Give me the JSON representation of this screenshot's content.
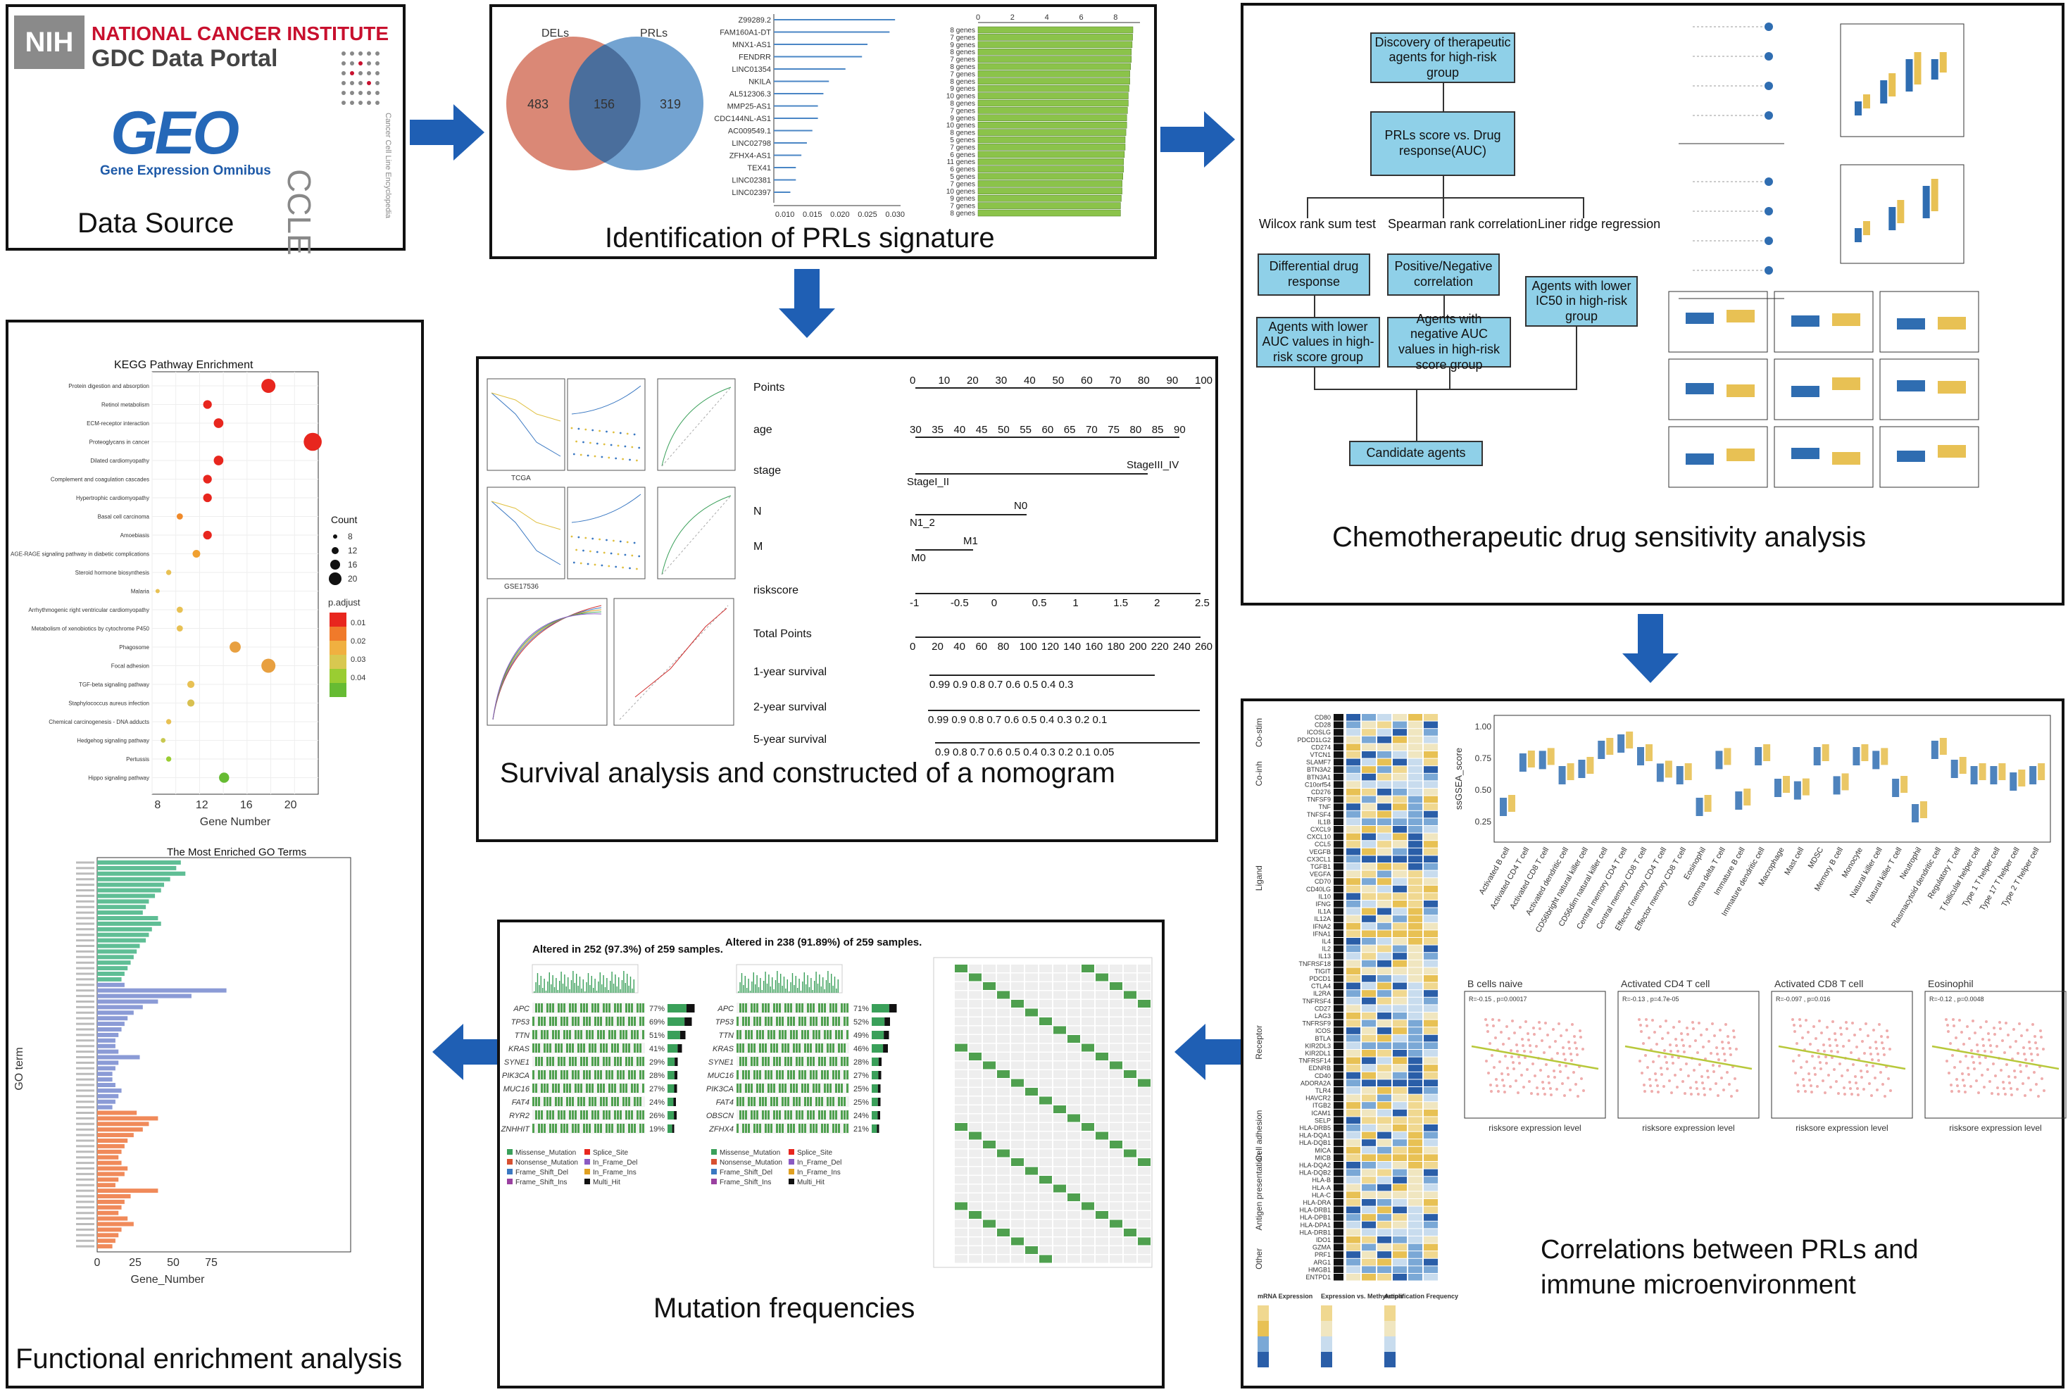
{
  "panels": {
    "data_source": {
      "caption": "Data Source",
      "nih_tag": "NIH",
      "nci_line1": "NATIONAL CANCER INSTITUTE",
      "nci_line2": "GDC Data Portal",
      "geo_logo": "GEO",
      "geo_text": "Gene Expression Omnibus",
      "ccle_logo": "CCLE",
      "ccle_sub": "Cancer Cell Line Encyclopedia"
    },
    "prls": {
      "caption": "Identification of PRLs signature",
      "venn": {
        "left_label": "DELs",
        "right_label": "PRLs",
        "left_only": "483",
        "overlap": "156",
        "right_only": "319"
      },
      "genes": [
        "Z99289.2",
        "FAM160A1-DT",
        "MNX1-AS1",
        "FENDRR",
        "LINC01354",
        "NKILA",
        "AL512306.3",
        "MMP25-AS1",
        "CDC144NL-AS1",
        "AC009549.1",
        "LINC02798",
        "ZFHX4-AS1",
        "TEX41",
        "LINC02381",
        "LINC02397"
      ],
      "coef_ticks": [
        "0.010",
        "0.015",
        "0.020",
        "0.025",
        "0.030"
      ],
      "gene_counts": [
        "8 genes",
        "7 genes",
        "9 genes",
        "8 genes",
        "7 genes",
        "8 genes",
        "7 genes",
        "8 genes",
        "9 genes",
        "10 genes",
        "8 genes",
        "7 genes",
        "9 genes",
        "10 genes",
        "8 genes",
        "5 genes",
        "7 genes",
        "6 genes",
        "11 genes",
        "6 genes",
        "5 genes",
        "7 genes",
        "10 genes",
        "9 genes",
        "7 genes",
        "8 genes"
      ],
      "count_ticks": [
        "0",
        "2",
        "4",
        "6",
        "8"
      ]
    },
    "chemo": {
      "caption": "Chemotherapeutic drug sensitivity analysis",
      "discovery": "Discovery of therapeutic agents for high-risk group",
      "score_box": "PRLs score vs. Drug response(AUC)",
      "methods": [
        "Wilcox rank sum test",
        "Spearman rank correlation",
        "Liner ridge regression"
      ],
      "mid_boxes": [
        "Differential drug response",
        "Positive/Negative correlation",
        "Agents with lower IC50 in high-risk group"
      ],
      "low_boxes": [
        "Agents with lower AUC values in high-risk score group",
        "Agents with negative AUC values in high-risk score group"
      ],
      "candidate": "Candidate agents"
    },
    "survival": {
      "caption": "Survival analysis and constructed of a nomogram",
      "nomogram_rows": [
        "Points",
        "age",
        "stage",
        "N",
        "M",
        "riskscore",
        "Total Points",
        "1-year survival",
        "2-year survival",
        "5-year survival"
      ],
      "points_ticks": [
        "0",
        "10",
        "20",
        "30",
        "40",
        "50",
        "60",
        "70",
        "80",
        "90",
        "100"
      ],
      "age_ticks": [
        "30",
        "35",
        "40",
        "45",
        "50",
        "55",
        "60",
        "65",
        "70",
        "75",
        "80",
        "85",
        "90"
      ],
      "stage_labels": [
        "StageI_II",
        "StageIII_IV"
      ],
      "n_labels": [
        "N1_2",
        "N0"
      ],
      "m_labels": [
        "M0",
        "M1"
      ],
      "risk_ticks": [
        "-1",
        "-0.5",
        "0",
        "0.5",
        "1",
        "1.5",
        "2",
        "2.5"
      ],
      "total_ticks": [
        "0",
        "20",
        "40",
        "60",
        "80",
        "100",
        "120",
        "140",
        "160",
        "180",
        "200",
        "220",
        "240",
        "260"
      ],
      "surv1": "0.99        0.9  0.8  0.7  0.6 0.5 0.4 0.3",
      "surv2": "0.99              0.9  0.8  0.7 0.6 0.5 0.4 0.3 0.2  0.1",
      "surv5": "0.9  0.8  0.7 0.6 0.5 0.4 0.3 0.2 0.1 0.05",
      "km_labels": [
        "TCGA",
        "GSE17536"
      ]
    },
    "kegg": {
      "caption": "Functional enrichment analysis",
      "title": "KEGG Pathway Enrichment",
      "xlabel": "Gene Number",
      "x_ticks": [
        "8",
        "12",
        "16",
        "20"
      ],
      "legend_count_title": "Count",
      "legend_count": [
        "8",
        "12",
        "16",
        "20"
      ],
      "legend_p_title": "p.adjust",
      "legend_p": [
        "0.01",
        "0.02",
        "0.03",
        "0.04"
      ],
      "go_title": "The Most Enriched GO Terms",
      "go_xlabel": "Gene_Number",
      "go_ylabel": "GO term",
      "go_ticks": [
        "0",
        "25",
        "50",
        "75"
      ]
    },
    "mutation": {
      "caption": "Mutation frequencies",
      "left_title": "Altered in 252 (97.3%) of 259 samples.",
      "right_title": "Altered in 238 (91.89%) of 259 samples.",
      "left_genes": [
        [
          "APC",
          "77%"
        ],
        [
          "TP53",
          "69%"
        ],
        [
          "TTN",
          "51%"
        ],
        [
          "KRAS",
          "41%"
        ],
        [
          "SYNE1",
          "29%"
        ],
        [
          "PIK3CA",
          "28%"
        ],
        [
          "MUC16",
          "27%"
        ],
        [
          "FAT4",
          "24%"
        ],
        [
          "RYR2",
          "26%"
        ],
        [
          "ZNHHIT",
          "19%"
        ]
      ],
      "right_genes": [
        [
          "APC",
          "71%"
        ],
        [
          "TP53",
          "52%"
        ],
        [
          "TTN",
          "49%"
        ],
        [
          "KRAS",
          "46%"
        ],
        [
          "SYNE1",
          "28%"
        ],
        [
          "MUC16",
          "27%"
        ],
        [
          "PIK3CA",
          "25%"
        ],
        [
          "FAT4",
          "25%"
        ],
        [
          "OBSCN",
          "24%"
        ],
        [
          "ZFHX4",
          "21%"
        ]
      ],
      "legend": [
        "Missense_Mutation",
        "Splice_Site",
        "Nonsense_Mutation",
        "In_Frame_Del",
        "Frame_Shift_Del",
        "In_Frame_Ins",
        "Frame_Shift_Ins",
        "Multi_Hit"
      ]
    },
    "immune": {
      "caption_line1": "Correlations between PRLs and",
      "caption_line2": "immune microenvironment",
      "groups": [
        "Co-stim",
        "Co-inh",
        "Ligand",
        "Receptor",
        "Cell adhesion",
        "Antigen presentation",
        "Other"
      ],
      "genes": [
        "CD80",
        "CD28",
        "ICOSLG",
        "PDCD1LG2",
        "CD274",
        "VTCN1",
        "SLAMF7",
        "BTN3A2",
        "BTN3A1",
        "C10orf54",
        "CD276",
        "TNFSF9",
        "TNF",
        "TNFSF4",
        "IL1B",
        "CXCL9",
        "CXCL10",
        "CCL5",
        "VEGFB",
        "CX3CL1",
        "TGFB1",
        "VEGFA",
        "CD70",
        "CD40LG",
        "IL10",
        "IFNG",
        "IL1A",
        "IL12A",
        "IFNA2",
        "IFNA1",
        "IL4",
        "IL2",
        "IL13",
        "TNFRSF18",
        "TIGIT",
        "PDCD1",
        "CTLA4",
        "IL2RA",
        "TNFRSF4",
        "CD27",
        "LAG3",
        "TNFRSF9",
        "ICOS",
        "BTLA",
        "KIR2DL3",
        "KIR2DL1",
        "TNFRSF14",
        "EDNRB",
        "CD40",
        "ADORA2A",
        "TLR4",
        "HAVCR2",
        "ITGB2",
        "ICAM1",
        "SELP",
        "HLA-DRB5",
        "HLA-DQA1",
        "HLA-DQB1",
        "MICA",
        "MICB",
        "HLA-DQA2",
        "HLA-DQB2",
        "HLA-B",
        "HLA-A",
        "HLA-C",
        "HLA-DRA",
        "HLA-DRB1",
        "HLA-DPB1",
        "HLA-DPA1",
        "HLA-DRB1",
        "IDO1",
        "GZMA",
        "PRF1",
        "ARG1",
        "HMGB1",
        "ENTPD1"
      ],
      "legend_titles": [
        "mRNA Expression",
        "Expression vs. Methylation",
        "Amplification Frequency"
      ],
      "cells": [
        "Activated B cell",
        "Activated CD4 T cell",
        "Activated CD8 T cell",
        "Activated dendritic cell",
        "CD56bright natural killer cell",
        "CD56dim natural killer cell",
        "Central memory CD4 T cell",
        "Central memory CD8 T cell",
        "Effector memory CD4 T cell",
        "Effector memory CD8 T cell",
        "Eosinophil",
        "Gamma delta T cell",
        "Immature B cell",
        "Immature dendritic cell",
        "Macrophage",
        "Mast cell",
        "MDSC",
        "Memory B cell",
        "Monocyte",
        "Natural killer cell",
        "Natural killer T cell",
        "Neutrophil",
        "Plasmacytoid dendritic cell",
        "Regulatory T cell",
        "T follicular helper cell",
        "Type 1 T helper cell",
        "Type 17 T helper cell",
        "Type 2 T helper cell"
      ],
      "box_ylabel": "ssGSEA_score",
      "scatter_titles": [
        "B cells naive",
        "Activated CD4 T cell",
        "Activated CD8 T cell",
        "Eosinophil"
      ],
      "scatter_stats": [
        "R=-0.15 , p=0.00017",
        "R=-0.13 , p=4.7e-05",
        "R=-0.097 , p=0.016",
        "R=-0.12 , p=0.0048"
      ],
      "scatter_xlabel": "risksore expression level"
    }
  },
  "colors": {
    "arrow": "#1f5fb4",
    "flow_box": "#8fd0e8",
    "venn_left": "#d4735e",
    "venn_right": "#5b93c9",
    "bar_green": "#8bc34a",
    "bar_blue": "#4a86c5",
    "dot_red": "#e8261e",
    "go_green": "#5fbe95",
    "go_blue": "#8b9bd6",
    "go_orange": "#f08a5a",
    "box_blue": "#2f6db1",
    "box_yellow": "#e8c154"
  }
}
